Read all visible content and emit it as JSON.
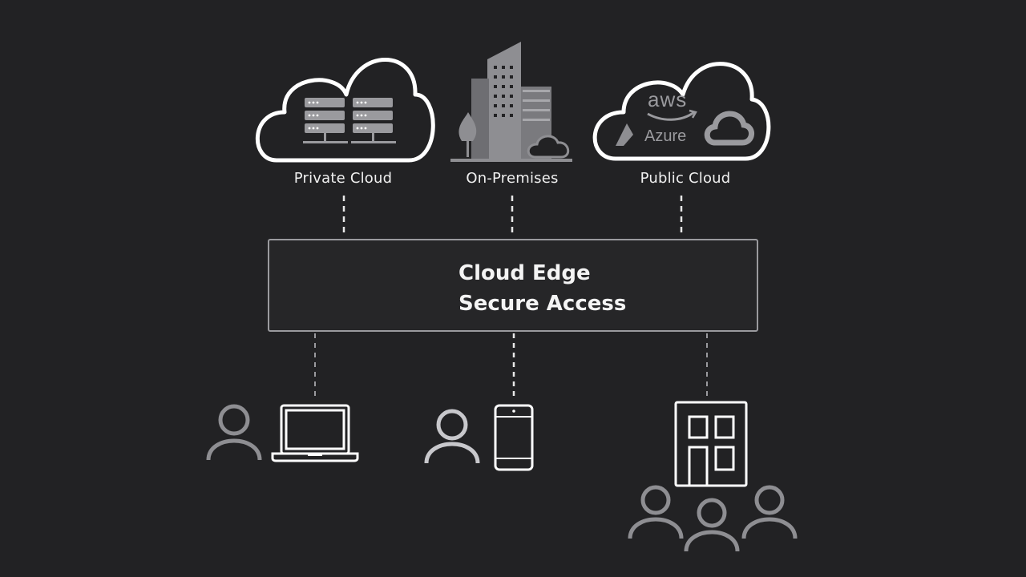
{
  "top_nodes": {
    "private_cloud": "Private Cloud",
    "on_premises": "On-Premises",
    "public_cloud": "Public Cloud"
  },
  "public_cloud_logos": {
    "aws": "aws",
    "azure": "Azure"
  },
  "hub": {
    "line1": "Cloud Edge",
    "line2": "Secure Access"
  },
  "colors": {
    "background": "#222224",
    "line_white": "#ffffff",
    "icon_grey": "#8e8e92",
    "border_grey": "#9a9a9e"
  }
}
